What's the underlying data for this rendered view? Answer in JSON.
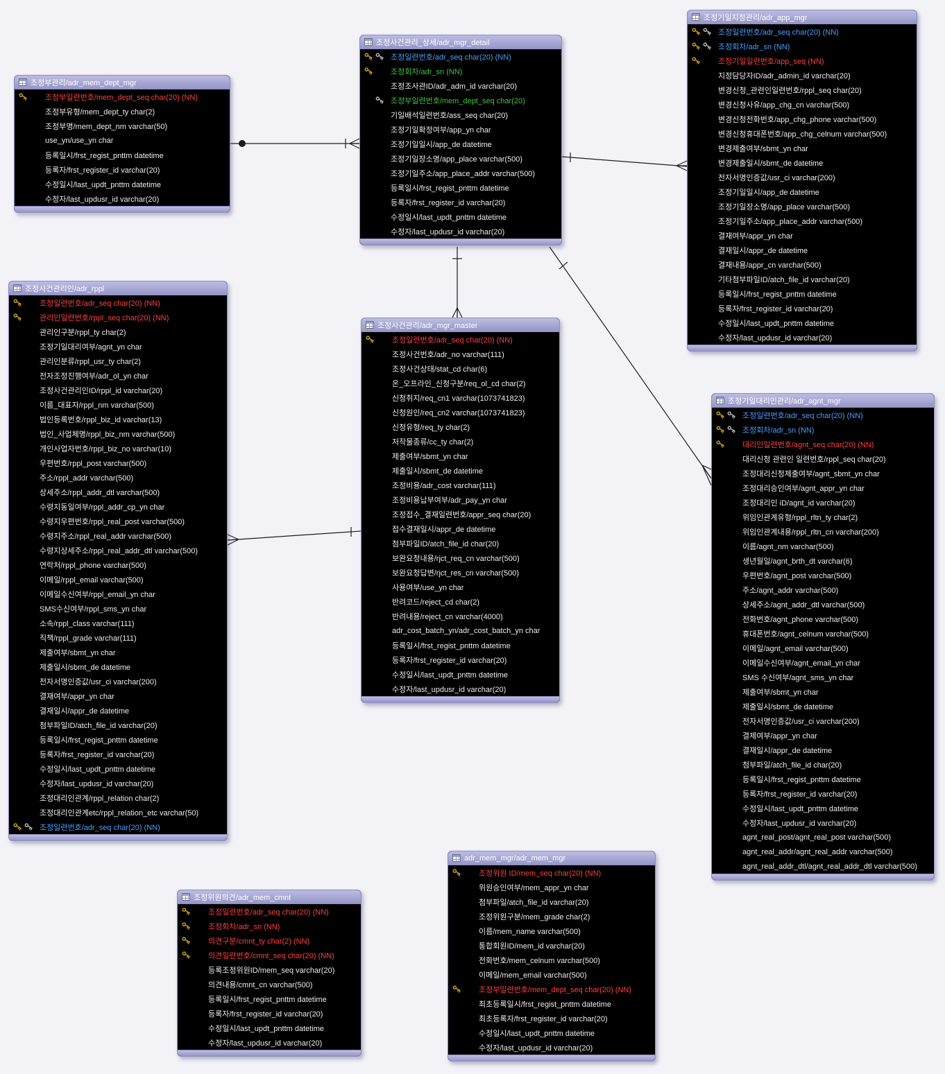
{
  "palette": {
    "canvas": "#f2f2f7",
    "header": "#9696c8",
    "headerLight": "#bcbce2",
    "tableBorder": "#8d8dbf",
    "tableBody": "#000000",
    "titleText": "#ffffff",
    "fieldWhite": "#ededed",
    "fieldRed": "#ff4040",
    "fieldBlue": "#4b9fff",
    "fieldGreen": "#3fc43f",
    "keyGold": "#cfa21d",
    "keySilver": "#bbbbbb",
    "line": "#1c1c1c"
  },
  "tables": {
    "adr_mem_dept_mgr": {
      "title": "조정부관리/adr_mem_dept_mgr",
      "fields": [
        {
          "label": "조정부일련번호/mem_dept_seq char(20) (NN)",
          "color": "red",
          "keys": [
            "gold"
          ]
        },
        {
          "label": "조정부유형/mem_dept_ty char(2)"
        },
        {
          "label": "조정부명/mem_dept_nm varchar(50)"
        },
        {
          "label": "use_yn/use_yn char"
        },
        {
          "label": "등록일시/frst_regist_pnttm datetime"
        },
        {
          "label": "등록자/frst_register_id varchar(20)"
        },
        {
          "label": "수정일시/last_updt_pnttm datetime"
        },
        {
          "label": "수정자/last_updusr_id varchar(20)"
        }
      ]
    },
    "adr_mgr_detail": {
      "title": "조정사건관리_상세/adr_mgr_detail",
      "fields": [
        {
          "label": "조정일련번호/adr_seq char(20) (NN)",
          "color": "blue",
          "keys": [
            "gold",
            "silver"
          ]
        },
        {
          "label": "조정회차/adr_sn (NN)",
          "color": "green",
          "keys": [
            "gold"
          ]
        },
        {
          "label": "조정조사관ID/adr_adm_id varchar(20)"
        },
        {
          "label": "조정부일련번호/mem_dept_seq char(20)",
          "color": "green",
          "keys": [
            null,
            "silver"
          ]
        },
        {
          "label": "기일배석일련번호/ass_seq char(20)"
        },
        {
          "label": "조정기일확정여부/app_yn char"
        },
        {
          "label": "조정기일일시/app_de datetime"
        },
        {
          "label": "조정기일장소명/app_place varchar(500)"
        },
        {
          "label": "조정기일주소/app_place_addr varchar(500)"
        },
        {
          "label": "등록일시/frst_regist_pnttm datetime"
        },
        {
          "label": "등록자/frst_register_id varchar(20)"
        },
        {
          "label": "수정일시/last_updt_pnttm datetime"
        },
        {
          "label": "수정자/last_updusr_id varchar(20)"
        }
      ]
    },
    "adr_app_mgr": {
      "title": "조정기일지정관리/adr_app_mgr",
      "fields": [
        {
          "label": "조정일련번호/adr_seq char(20) (NN)",
          "color": "blue",
          "keys": [
            "gold",
            "silver"
          ]
        },
        {
          "label": "조정회차/adr_sn (NN)",
          "color": "blue",
          "keys": [
            "gold",
            "silver"
          ]
        },
        {
          "label": "조정기일일련번호/app_seq (NN)",
          "color": "red",
          "keys": [
            "gold"
          ]
        },
        {
          "label": "지정담당자ID/adr_admin_id varchar(20)"
        },
        {
          "label": "변경신청_관련인일련번호/rppl_seq char(20)"
        },
        {
          "label": "변경신청사유/app_chg_cn varchar(500)"
        },
        {
          "label": "변경신청전화번호/app_chg_phone varchar(500)"
        },
        {
          "label": "변경신청휴대폰번호/app_chg_celnum varchar(500)"
        },
        {
          "label": "변경제출여부/sbmt_yn char"
        },
        {
          "label": "변경제출일시/sbmt_de datetime"
        },
        {
          "label": "전자서명인증값/usr_ci varchar(200)"
        },
        {
          "label": "조정기일일시/app_de datetime"
        },
        {
          "label": "조정기일장소명/app_place varchar(500)"
        },
        {
          "label": "조정기일주소/app_place_addr varchar(500)"
        },
        {
          "label": "결재여부/appr_yn char"
        },
        {
          "label": "결재일시/appr_de datetime"
        },
        {
          "label": "결재내용/appr_cn varchar(500)"
        },
        {
          "label": "기타첨부파일ID/atch_file_id varchar(20)"
        },
        {
          "label": "등록일시/frst_regist_pnttm datetime"
        },
        {
          "label": "등록자/frst_register_id varchar(20)"
        },
        {
          "label": "수정일시/last_updt_pnttm datetime"
        },
        {
          "label": "수정자/last_updusr_id varchar(20)"
        }
      ]
    },
    "adr_rppl": {
      "title": "조정사건관리인/adr_rppl",
      "fields": [
        {
          "label": "조정일련번호/adr_seq char(20) (NN)",
          "color": "red",
          "keys": [
            "gold"
          ]
        },
        {
          "label": "관리인일련번호/rppl_seq char(20) (NN)",
          "color": "red",
          "keys": [
            "gold"
          ]
        },
        {
          "label": "관리인구분/rppl_ty char(2)"
        },
        {
          "label": "조정기일대리여부/agnt_yn char"
        },
        {
          "label": "관리인분류/rppl_usr_ty char(2)"
        },
        {
          "label": "전자조정진행여부/adr_ol_yn char"
        },
        {
          "label": "조정사건관리인ID/rppl_id varchar(20)"
        },
        {
          "label": "이름_대표자/rppl_nm varchar(500)"
        },
        {
          "label": "법인등록번호/rppl_biz_id varchar(13)"
        },
        {
          "label": "법인_사업체명/rppl_biz_nm varchar(500)"
        },
        {
          "label": "개인사업자번호/rppl_biz_no varchar(10)"
        },
        {
          "label": "우편번호/rppl_post varchar(500)"
        },
        {
          "label": "주소/rppl_addr varchar(500)"
        },
        {
          "label": "상세주소/rppl_addr_dtl varchar(500)"
        },
        {
          "label": "수령지동일여부/rppl_addr_cp_yn char"
        },
        {
          "label": "수령지우편번호/rppl_real_post varchar(500)"
        },
        {
          "label": "수령지주소/rppl_real_addr varchar(500)"
        },
        {
          "label": "수령지상세주소/rppl_real_addr_dtl varchar(500)"
        },
        {
          "label": "연락처/rppl_phone varchar(500)"
        },
        {
          "label": "이메일/rppl_email varchar(500)"
        },
        {
          "label": "이메일수신여부/rppl_email_yn char"
        },
        {
          "label": "SMS수신여부/rppl_sms_yn char"
        },
        {
          "label": "소속/rppl_class varchar(111)"
        },
        {
          "label": "직책/rppl_grade varchar(111)"
        },
        {
          "label": "제출여부/sbmt_yn char"
        },
        {
          "label": "제출일시/sbmt_de datetime"
        },
        {
          "label": "전자서명인증값/usr_ci varchar(200)"
        },
        {
          "label": "결재여부/appr_yn char"
        },
        {
          "label": "결재일시/appr_de datetime"
        },
        {
          "label": "첨부파일ID/atch_file_id varchar(20)"
        },
        {
          "label": "등록일시/frst_regist_pnttm datetime"
        },
        {
          "label": "등록자/frst_register_id varchar(20)"
        },
        {
          "label": "수정일시/last_updt_pnttm datetime"
        },
        {
          "label": "수정자/last_updusr_id varchar(20)"
        },
        {
          "label": "조정대리인관계/rppl_relation char(2)"
        },
        {
          "label": "조정대리인관계etc/rppl_relation_etc varchar(50)"
        },
        {
          "label": "조정일련번호/adr_seq char(20) (NN)",
          "color": "blue",
          "keys": [
            "gold",
            "silver"
          ]
        }
      ]
    },
    "adr_mgr_master": {
      "title": "조정사건관리/adr_mgr_master",
      "fields": [
        {
          "label": "조정일련번호/adr_seq char(20) (NN)",
          "color": "red",
          "keys": [
            "gold"
          ]
        },
        {
          "label": "조정사건번호/adr_no varchar(111)"
        },
        {
          "label": "조정사건상태/stat_cd char(6)"
        },
        {
          "label": "온_오프라인_신청구분/req_ol_cd char(2)"
        },
        {
          "label": "신청취지/req_cn1 varchar(1073741823)"
        },
        {
          "label": "신청원인/req_cn2 varchar(1073741823)"
        },
        {
          "label": "신청유형/req_ty char(2)"
        },
        {
          "label": "저작물종류/cc_ty char(2)"
        },
        {
          "label": "제출여부/sbmt_yn char"
        },
        {
          "label": "제출일시/sbmt_de datetime"
        },
        {
          "label": "조정비용/adr_cost varchar(111)"
        },
        {
          "label": "조정비용납부여부/adr_pay_yn char"
        },
        {
          "label": "조정접수_결재일련번호/appr_seq char(20)"
        },
        {
          "label": "접수결재일시/appr_de datetime"
        },
        {
          "label": "첨부파일ID/atch_file_id char(20)"
        },
        {
          "label": "보완요청내용/rjct_req_cn varchar(500)"
        },
        {
          "label": "보완요청답변/rjct_res_cn varchar(500)"
        },
        {
          "label": "사용여부/use_yn char"
        },
        {
          "label": "반려코드/reject_cd char(2)"
        },
        {
          "label": "반려내용/reject_cn varchar(4000)"
        },
        {
          "label": "adr_cost_batch_yn/adr_cost_batch_yn char"
        },
        {
          "label": "등록일시/frst_regist_pnttm datetime"
        },
        {
          "label": "등록자/frst_register_id varchar(20)"
        },
        {
          "label": "수정일시/last_updt_pnttm datetime"
        },
        {
          "label": "수정자/last_updusr_id varchar(20)"
        }
      ]
    },
    "adr_agnt_mgr": {
      "title": "조정기일대리인관리/adr_agnt_mgr",
      "fields": [
        {
          "label": "조정일련번호/adr_seq char(20) (NN)",
          "color": "blue",
          "keys": [
            "gold",
            "silver"
          ]
        },
        {
          "label": "조정회차/adr_sn (NN)",
          "color": "blue",
          "keys": [
            "gold",
            "silver"
          ]
        },
        {
          "label": "대리인일련번호/agnt_seq char(20) (NN)",
          "color": "red",
          "keys": [
            "gold"
          ]
        },
        {
          "label": "대리신청 관련인 일련번호/rppl_seq char(20)"
        },
        {
          "label": "조정대리신청제출여부/agnt_sbmt_yn char"
        },
        {
          "label": "조정대리승인여부/agnt_appr_yn char"
        },
        {
          "label": "조정대리인 iD/agnt_id varchar(20)"
        },
        {
          "label": "위임인관계유형/rppl_rltn_ty char(2)"
        },
        {
          "label": "위임인관계내용/rppl_rltn_cn varchar(200)"
        },
        {
          "label": "이름/agnt_nm varchar(500)"
        },
        {
          "label": "생년월일/agnt_brth_dt varchar(6)"
        },
        {
          "label": "우편번호/agnt_post varchar(500)"
        },
        {
          "label": "주소/agnt_addr varchar(500)"
        },
        {
          "label": "상세주소/agnt_addr_dtl varchar(500)"
        },
        {
          "label": "전화번호/agnt_phone varchar(500)"
        },
        {
          "label": "휴대폰번호/agnt_celnum varchar(500)"
        },
        {
          "label": "이메일/agnt_email varchar(500)"
        },
        {
          "label": "이메일수신여부/agnt_email_yn char"
        },
        {
          "label": "SMS 수신여부/agnt_sms_yn char"
        },
        {
          "label": "제출여부/sbmt_yn char"
        },
        {
          "label": "제출일시/sbmt_de datetime"
        },
        {
          "label": "전자서명인증값/usr_ci varchar(200)"
        },
        {
          "label": "결제여부/appr_yn char"
        },
        {
          "label": "결재일시/appr_de datetime"
        },
        {
          "label": "첨부파일/atch_file_id char(20)"
        },
        {
          "label": "등록일시/frst_regist_pnttm datetime"
        },
        {
          "label": "등록자/frst_register_id varchar(20)"
        },
        {
          "label": "수정일시/last_updt_pnttm datetime"
        },
        {
          "label": "수정자/last_updusr_id varchar(20)"
        },
        {
          "label": "agnt_real_post/agnt_real_post varchar(500)"
        },
        {
          "label": "agnt_real_addr/agnt_real_addr varchar(500)"
        },
        {
          "label": "agnt_real_addr_dtl/agnt_real_addr_dtl varchar(500)"
        }
      ]
    },
    "adr_mem_cmnt": {
      "title": "조정위원의견/adr_mem_cmnt",
      "fields": [
        {
          "label": "조정일련번호/adr_seq char(20) (NN)",
          "color": "red",
          "keys": [
            "gold"
          ]
        },
        {
          "label": "조정회차/adr_sn (NN)",
          "color": "red",
          "keys": [
            "gold"
          ]
        },
        {
          "label": "의견구분/cmnt_ty char(2) (NN)",
          "color": "red",
          "keys": [
            "gold"
          ]
        },
        {
          "label": "의견일련번호/cmnt_seq char(20) (NN)",
          "color": "red",
          "keys": [
            "gold"
          ]
        },
        {
          "label": "등록조정위원ID/mem_seq varchar(20)"
        },
        {
          "label": "의견내용/cmnt_cn varchar(500)"
        },
        {
          "label": "등록일시/frst_regist_pnttm datetime"
        },
        {
          "label": "등록자/frst_register_id varchar(20)"
        },
        {
          "label": "수정일시/last_updt_pnttm datetime"
        },
        {
          "label": "수정자/last_updusr_id varchar(20)"
        }
      ]
    },
    "adr_mem_mgr": {
      "title": "adr_mem_mgr/adr_mem_mgr",
      "fields": [
        {
          "label": "조정위원 ID/mem_seq char(20) (NN)",
          "color": "red",
          "keys": [
            "gold"
          ]
        },
        {
          "label": "위원승인여부/mem_appr_yn char"
        },
        {
          "label": "첨부파일/atch_file_id varchar(20)"
        },
        {
          "label": "조정위원구분/mem_grade char(2)"
        },
        {
          "label": "이름/mem_name varchar(500)"
        },
        {
          "label": "통합회원ID/mem_id varchar(20)"
        },
        {
          "label": "전화번호/mem_celnum varchar(500)"
        },
        {
          "label": "이메일/mem_email varchar(500)"
        },
        {
          "label": "조정부일련번호/mem_dept_seq char(20) (NN)",
          "color": "red",
          "keys": [
            "gold"
          ]
        },
        {
          "label": "최초등록일시/frst_regist_pnttm datetime"
        },
        {
          "label": "최초등록자/frst_register_id varchar(20)"
        },
        {
          "label": "수정일시/last_updt_pnttm datetime"
        },
        {
          "label": "수정자/last_updusr_id varchar(20)"
        }
      ]
    }
  },
  "relationships": [
    {
      "from": "adr_mem_dept_mgr",
      "to": "adr_mgr_detail"
    },
    {
      "from": "adr_mgr_detail",
      "to": "adr_app_mgr"
    },
    {
      "from": "adr_mgr_detail",
      "to": "adr_mgr_master"
    },
    {
      "from": "adr_mgr_master",
      "to": "adr_rppl"
    },
    {
      "from": "adr_mgr_detail",
      "to": "adr_agnt_mgr"
    }
  ]
}
